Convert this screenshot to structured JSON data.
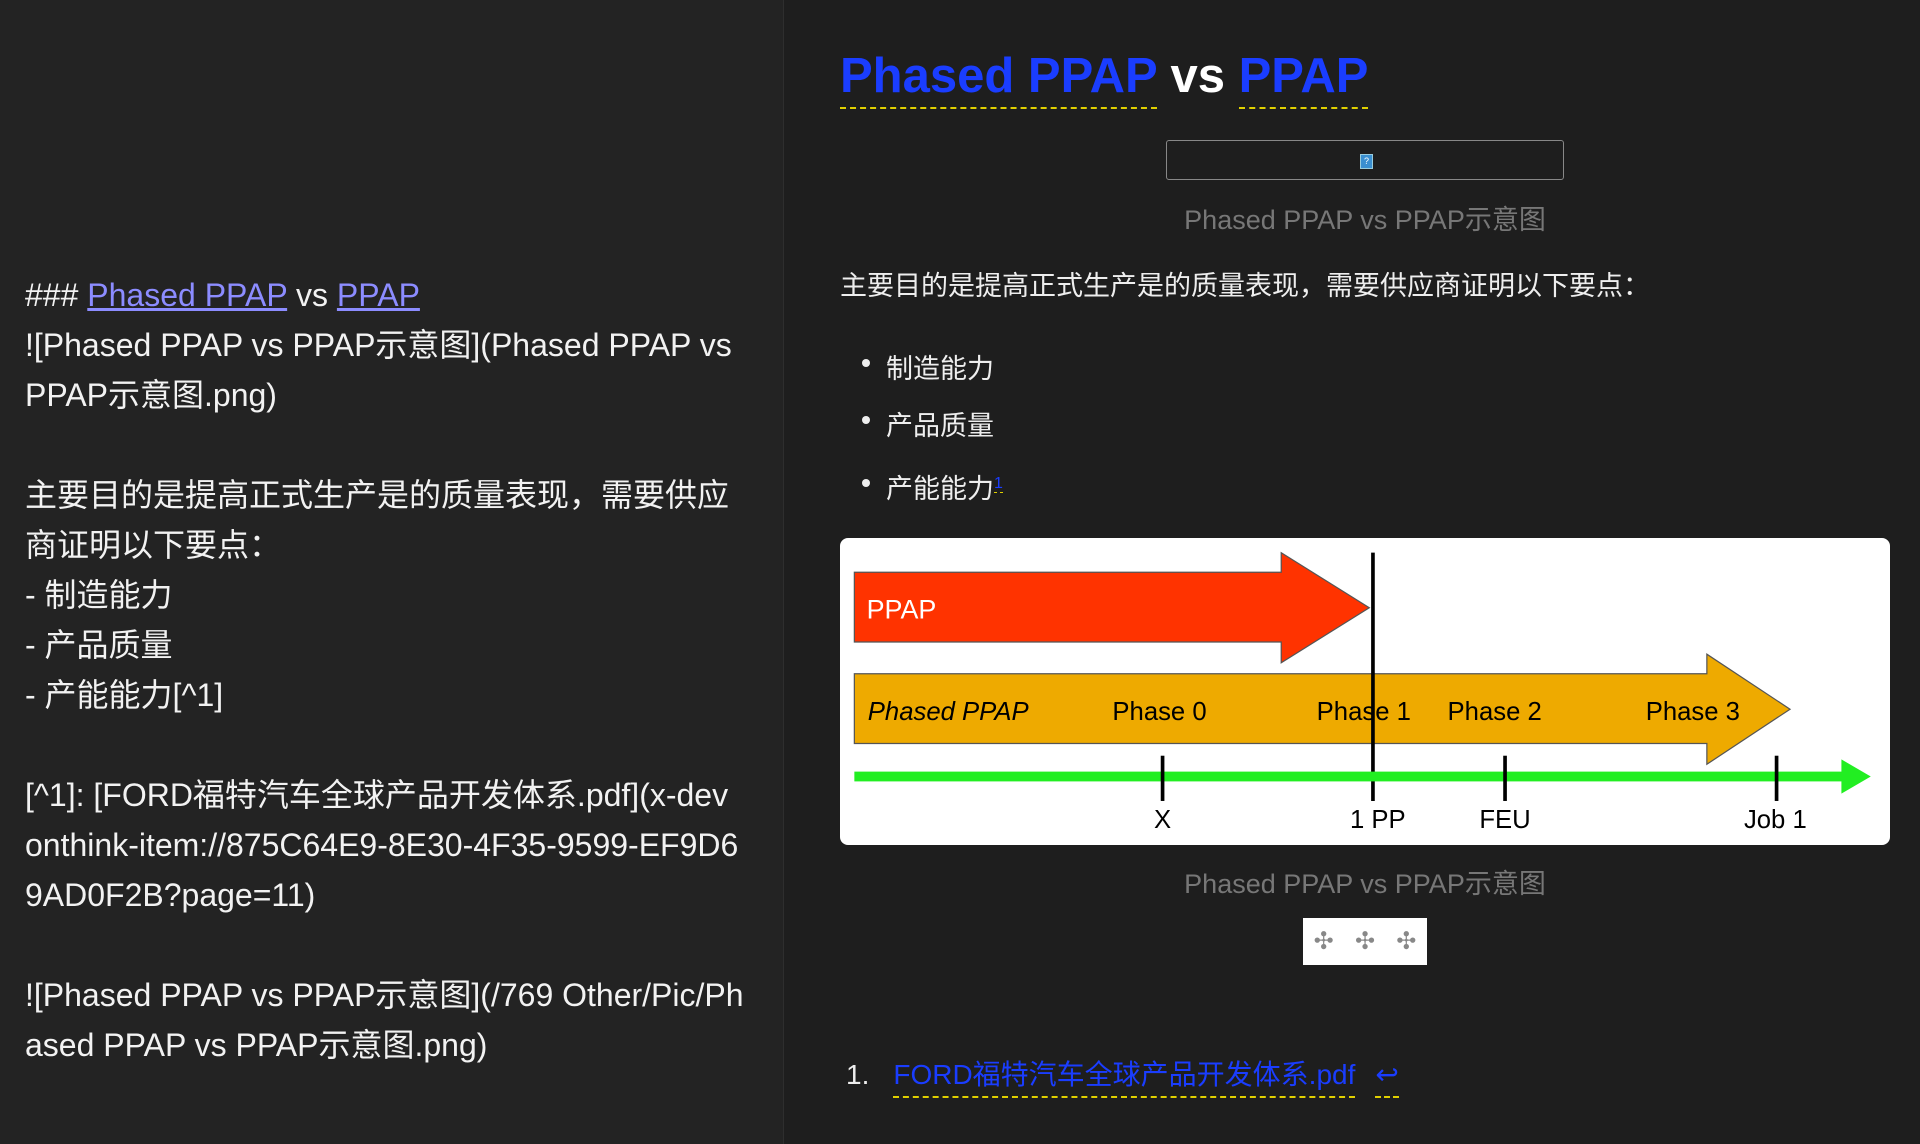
{
  "editor": {
    "heading_prefix": "### ",
    "heading_link1": "Phased PPAP",
    "heading_vs": " vs ",
    "heading_link2": "PPAP",
    "lines_a": "\n![Phased PPAP vs PPAP示意图](Phased PPAP vs PPAP示意图.png)\n\n主要目的是提高正式生产是的质量表现，需要供应商证明以下要点：\n- 制造能力\n- 产品质量\n- 产能能力[^1]\n\n[^1]: [FORD福特汽车全球产品开发体系.pdf](x-devonthink-item://875C64E9-8E30-4F35-9599-EF9D69AD0F2B?page=11)\n\n![Phased PPAP vs PPAP示意图](/769 Other/Pic/Phased PPAP vs PPAP示意图.png)"
  },
  "preview": {
    "title_link1": "Phased PPAP",
    "title_vs": "vs",
    "title_link2": "PPAP",
    "broken_image_caption": "Phased PPAP vs PPAP示意图",
    "paragraph": "主要目的是提高正式生产是的质量表现，需要供应商证明以下要点：",
    "bullets": [
      "制造能力",
      "产品质量",
      "产能能力"
    ],
    "footnote_ref": "1",
    "image_caption": "Phased PPAP vs PPAP示意图",
    "toolbar_icons": [
      "move-icon",
      "move-icon",
      "move-icon"
    ],
    "footnote_number": "1.",
    "footnote_link": "FORD福特汽车全球产品开发体系.pdf",
    "footnote_back": "↩"
  },
  "diagram": {
    "ppap_label": "PPAP",
    "phased_label": "Phased PPAP",
    "phases": [
      "Phase 0",
      "Phase 1",
      "Phase 2",
      "Phase 3"
    ],
    "milestones": [
      "X",
      "1 PP",
      "FEU",
      "Job 1"
    ],
    "colors": {
      "ppap": "#ff3300",
      "phased": "#eeaa00",
      "timeline": "#22ee22"
    }
  }
}
